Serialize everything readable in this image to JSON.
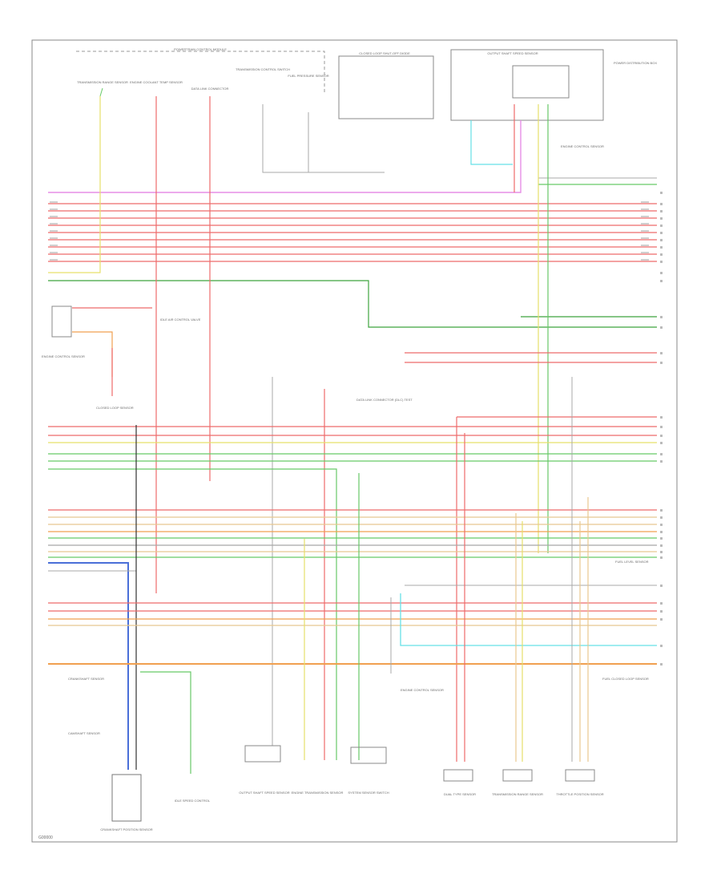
{
  "diagram": {
    "title": "POWERTRAIN CONTROL MODULE",
    "footer_code": "G00000",
    "colors": {
      "pink": "#e68ee6",
      "red": "#ee6b6b",
      "yellow": "#e6e06a",
      "green": "#67c967",
      "dark_green": "#3fa53f",
      "blue": "#4a6fd8",
      "cyan": "#66e0e6",
      "orange": "#f0a050",
      "tan": "#e8c890",
      "gray": "#a8a8a8",
      "black": "#333333"
    },
    "top_components": [
      {
        "name": "TRANSMISSION RANGE SENSOR"
      },
      {
        "name": "ENGINE COOLANT TEMP SENSOR"
      },
      {
        "name": "DATA LINK CONNECTOR"
      },
      {
        "name": "TRANSMISSION CONTROL SWITCH"
      },
      {
        "name": "FUEL PRESSURE SENSOR"
      }
    ],
    "top_right_labels": [
      {
        "text": "CLOSED LOOP SHUT-OFF DIODE"
      },
      {
        "text": "OUTPUT SHAFT SPEED SENSOR"
      },
      {
        "text": "ENGINE CONTROL SENSOR"
      },
      {
        "text": "POWER DISTRIBUTION BOX"
      }
    ],
    "mid_left_labels": [
      {
        "text": "IDLE AIR CONTROL VALVE"
      },
      {
        "text": "CLOSED LOOP SENSOR"
      },
      {
        "text": "ENGINE CONTROL SENSOR"
      }
    ],
    "center_label": "DATA LINK CONNECTOR (DLC) TEST",
    "bottom_components": [
      {
        "name": "CRANKSHAFT POSITION SENSOR"
      },
      {
        "name": "IDLE SPEED CONTROL"
      },
      {
        "name": "OUTPUT SHAFT SPEED SENSOR"
      },
      {
        "name": "ENGINE TRANSMISSION SENSOR"
      },
      {
        "name": "SYSTEM SENSOR SWITCH"
      },
      {
        "name": "DUAL TYPE SENSOR"
      },
      {
        "name": "TRANSMISSION RANGE SENSOR"
      },
      {
        "name": "THROTTLE POSITION SENSOR"
      }
    ],
    "right_notes": [
      {
        "text": "ENGINE CONTROL SENSOR"
      },
      {
        "text": "FUEL LEVEL SENSOR"
      },
      {
        "text": "FUEL CLOSED LOOP SENSOR"
      }
    ],
    "lower_left_labels": [
      {
        "text": "CRANKSHAFT SENSOR"
      },
      {
        "text": "CAMSHAFT SENSOR"
      }
    ]
  }
}
